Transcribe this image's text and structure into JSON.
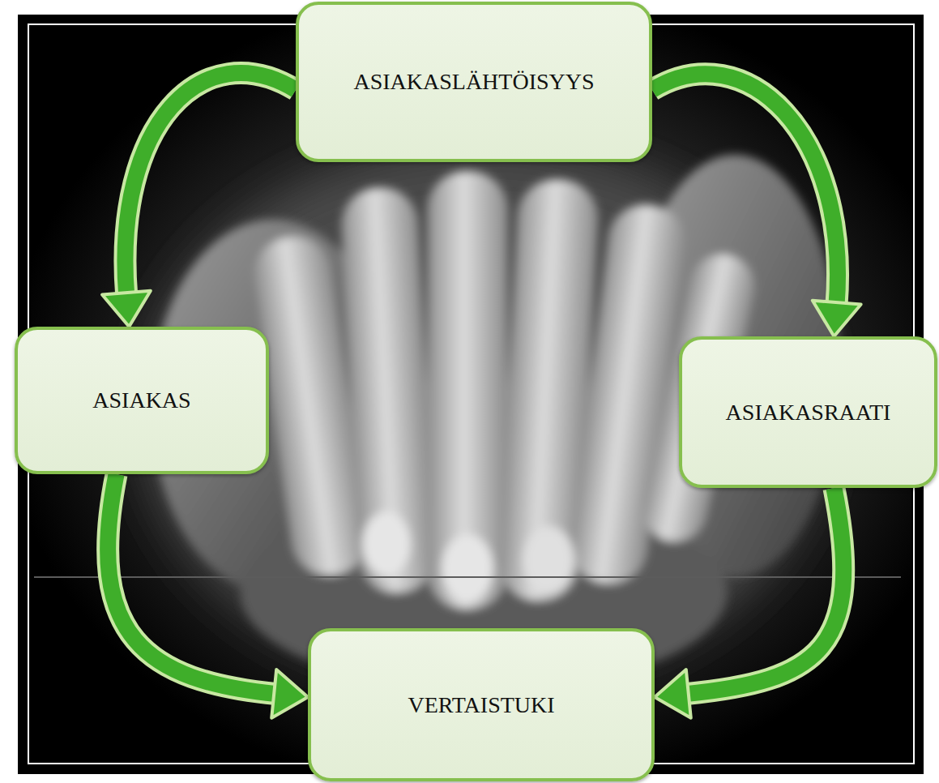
{
  "diagram": {
    "nodes": [
      {
        "text": [
          "ASIAKASLÄHTÖISYYS"
        ]
      },
      {
        "text": [
          "ASIAKAS"
        ]
      },
      {
        "text": [
          "ASIAKASRAATI"
        ]
      },
      {
        "text": [
          "VERTAISTUKI"
        ]
      }
    ],
    "edges": [
      {
        "from": 0,
        "to": 1,
        "arrow": "to"
      },
      {
        "from": 0,
        "to": 2,
        "arrow": "to"
      },
      {
        "from": 2,
        "to": 3,
        "arrow": "to"
      },
      {
        "from": 1,
        "to": 3,
        "arrow": "to"
      }
    ]
  }
}
